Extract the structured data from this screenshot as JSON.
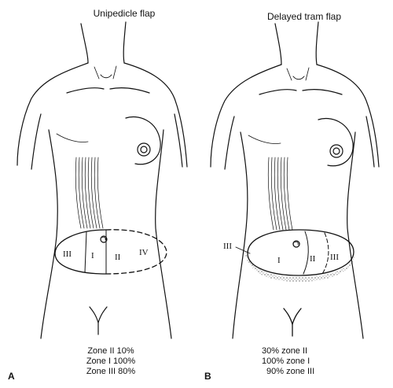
{
  "panels": [
    {
      "title": "Unipedicle flap",
      "letter": "A",
      "zones_on_flap": [
        "III",
        "I",
        "II",
        "IV"
      ],
      "caption": [
        "Zone II  10%",
        "Zone I 100%",
        "Zone III 80%"
      ]
    },
    {
      "title": "Delayed tram flap",
      "letter": "B",
      "zones_on_flap": [
        "III",
        "I",
        "II",
        "III"
      ],
      "caption": [
        "30% zone II",
        "100% zone I",
        "90% zone III"
      ]
    }
  ]
}
